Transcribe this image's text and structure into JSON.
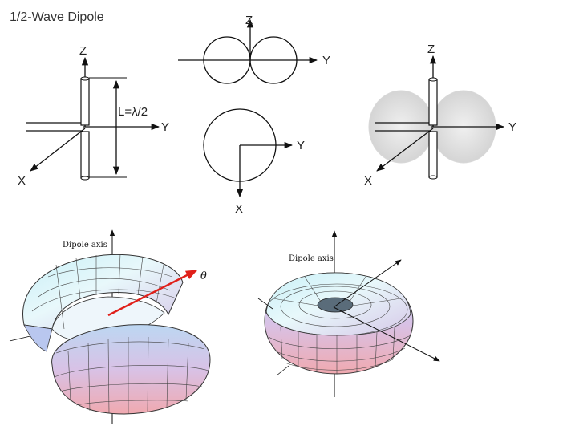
{
  "title": "1/2-Wave Dipole",
  "axes": {
    "x": "X",
    "y": "Y",
    "z": "Z"
  },
  "length_label": "L=λ/2",
  "dipole_axis_label": "Dipole axis",
  "angle_symbol": "θ",
  "colors": {
    "line": "#111111",
    "arrow_red": "#e0201a",
    "torus_shade": "#cfcfcf"
  }
}
